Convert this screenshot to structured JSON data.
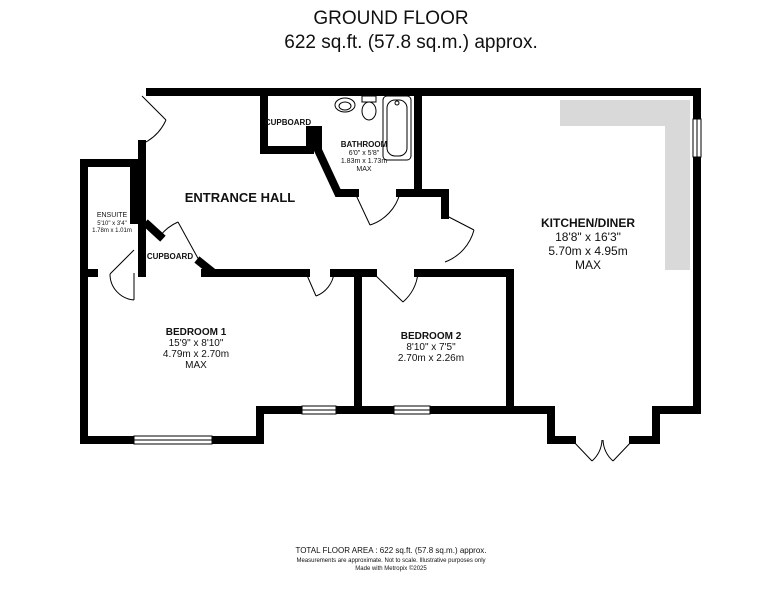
{
  "header": {
    "title": "GROUND FLOOR",
    "subtitle": "622 sq.ft. (57.8 sq.m.) approx."
  },
  "rooms": {
    "entrance_hall": {
      "name": "ENTRANCE HALL"
    },
    "cupboard_top": {
      "name": "CUPBOARD"
    },
    "cupboard_hall": {
      "name": "CUPBOARD"
    },
    "bathroom": {
      "name": "BATHROOM",
      "dim_imperial": "6'0\" x 5'8\"",
      "dim_metric": "1.83m x 1.73m",
      "note": "MAX"
    },
    "ensuite": {
      "name": "ENSUITE",
      "dim_imperial": "5'10\" x 3'4\"",
      "dim_metric": "1.78m x 1.01m"
    },
    "kitchen": {
      "name": "KITCHEN/DINER",
      "dim_imperial": "18'8\" x 16'3\"",
      "dim_metric": "5.70m x 4.95m",
      "note": "MAX"
    },
    "bedroom1": {
      "name": "BEDROOM 1",
      "dim_imperial": "15'9\" x 8'10\"",
      "dim_metric": "4.79m x 2.70m",
      "note": "MAX"
    },
    "bedroom2": {
      "name": "BEDROOM 2",
      "dim_imperial": "8'10\" x 7'5\"",
      "dim_metric": "2.70m x 2.26m"
    }
  },
  "footer": {
    "total_area": "TOTAL FLOOR AREA : 622 sq.ft. (57.8 sq.m.) approx.",
    "disclaimer": "Measurements are approximate.  Not to scale.  Illustrative purposes only",
    "credit": "Made with Metropix ©2025"
  },
  "colors": {
    "wall": "#000000",
    "kitchen_counter": "#d9d9d9",
    "window_fill": "#ffffff"
  }
}
